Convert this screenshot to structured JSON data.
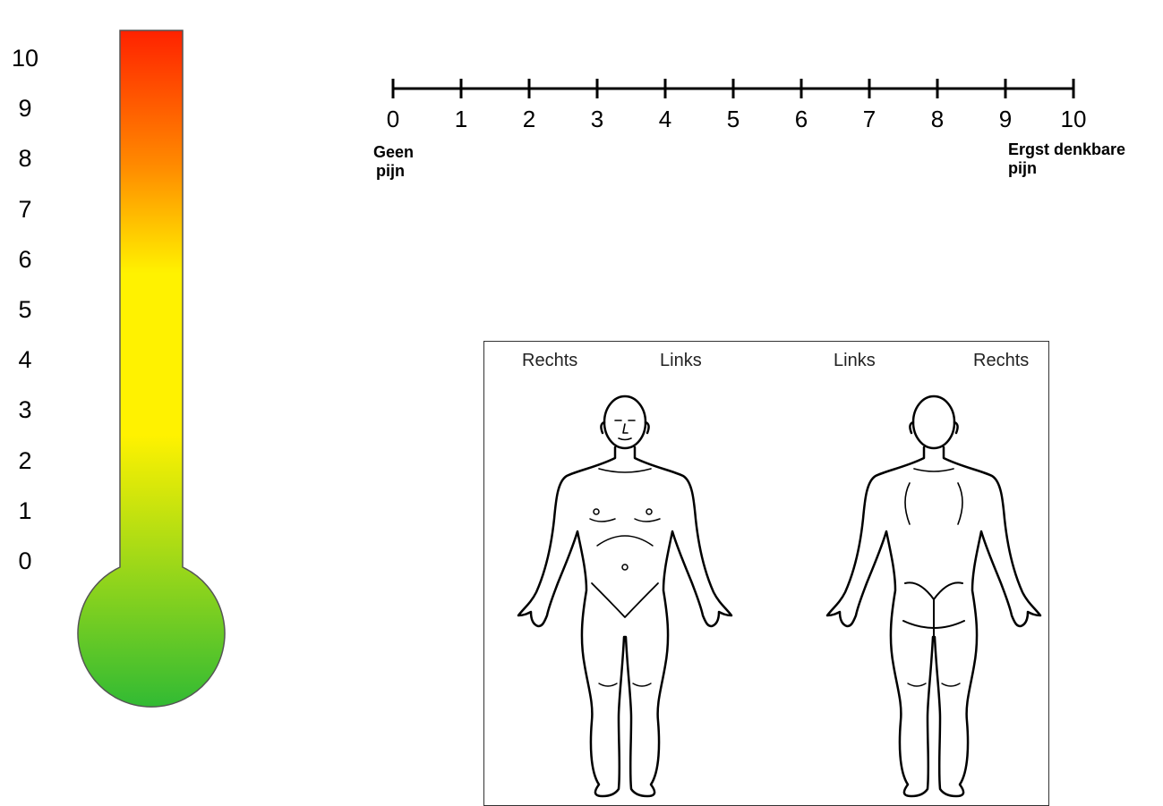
{
  "thermometer": {
    "levels": [
      "10",
      "9",
      "8",
      "7",
      "6",
      "5",
      "4",
      "3",
      "2",
      "1",
      "0"
    ],
    "gradient": {
      "top": "#ff2200",
      "orange": "#ff8a00",
      "yellow": "#fff200",
      "bottom": "#33bb33"
    }
  },
  "nrs_scale": {
    "ticks": [
      "0",
      "1",
      "2",
      "3",
      "4",
      "5",
      "6",
      "7",
      "8",
      "9",
      "10"
    ],
    "left_anchor_line1": "Geen",
    "left_anchor_line2": "pijn",
    "right_anchor_line1": "Ergst denkbare",
    "right_anchor_line2": "pijn"
  },
  "body_chart": {
    "front_right_label": "Rechts",
    "front_left_label": "Links",
    "back_left_label": "Links",
    "back_right_label": "Rechts",
    "figures": [
      "front-view-figure",
      "back-view-figure"
    ]
  }
}
